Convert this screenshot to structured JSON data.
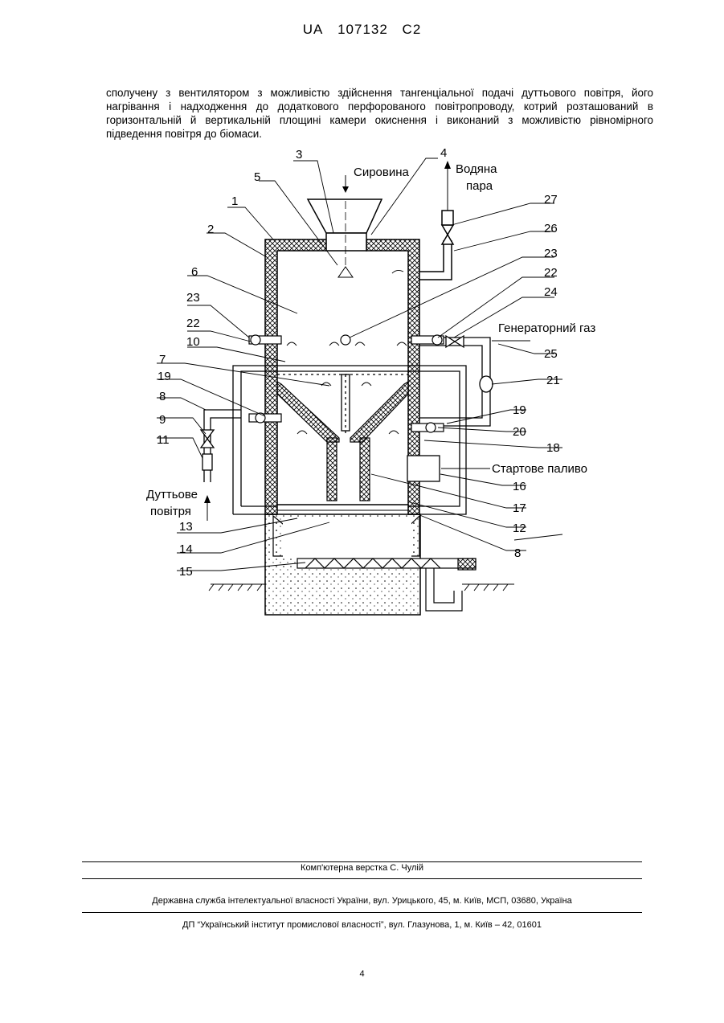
{
  "header": {
    "office": "UA",
    "number": "107132",
    "kind": "C2"
  },
  "paragraph": "сполучену з вентилятором з можливістю здійснення тангенціальної подачі дуттьового повітря, його нагрівання і надходження до додаткового перфорованого повітропроводу, котрий розташований в горизонтальній й вертикальній площині камери окиснення і виконаний з можливістю рівномірного підведення повітря до біомаси.",
  "figure": {
    "labels": {
      "raw": "Сировина",
      "steam_1": "Водяна",
      "steam_2": "пара",
      "gas": "Генераторний газ",
      "fuel": "Стартове паливо",
      "air_1": "Дуттьове",
      "air_2": "повітря"
    },
    "numbers": {
      "n1": "1",
      "n2": "2",
      "n3": "3",
      "n4": "4",
      "n5": "5",
      "n6": "6",
      "n7": "7",
      "n8a": "8",
      "n8b": "8",
      "n9": "9",
      "n10": "10",
      "n11": "11",
      "n12": "12",
      "n13": "13",
      "n14": "14",
      "n15": "15",
      "n16": "16",
      "n17": "17",
      "n18": "18",
      "n19a": "19",
      "n19b": "19",
      "n20": "20",
      "n21": "21",
      "n22a": "22",
      "n22b": "22",
      "n23a": "23",
      "n23b": "23",
      "n24": "24",
      "n25": "25",
      "n26": "26",
      "n27": "27"
    }
  },
  "footer": {
    "layout": "Комп'ютерна верстка С. Чулій",
    "service": "Державна служба інтелектуальної власності України, вул. Урицького, 45, м. Київ, МСП, 03680, Україна",
    "institute": "ДП “Український інститут промислової власності”, вул. Глазунова, 1, м. Київ – 42, 01601"
  },
  "page_number": "4"
}
